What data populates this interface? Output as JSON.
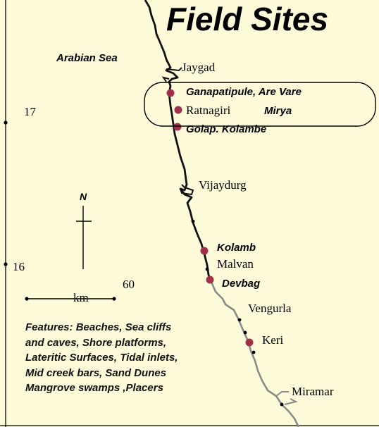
{
  "title": "Field Sites",
  "sea_label": "Arabian Sea",
  "towns": {
    "jaygad": "Jaygad",
    "ratnagiri": "Ratnagiri",
    "vijaydurg": "Vijaydurg",
    "malvan": "Malvan",
    "vengurla": "Vengurla",
    "keri": "Keri",
    "miramar": "Miramar"
  },
  "sites": {
    "ganapatipule": "Ganapatipule, Are Vare",
    "mirya": "Mirya",
    "golap": "Golap. Kolambe",
    "kolamb": "Kolamb",
    "devbag": "Devbag"
  },
  "latitudes": {
    "lat17": "17",
    "lat16": "16"
  },
  "north_arrow": {
    "label": "N",
    "icon": "north-arrow-icon"
  },
  "scale_bar": {
    "unit": "km",
    "value": "60"
  },
  "features_lines": [
    "Features: Beaches, Sea cliffs",
    "and caves, Shore platforms,",
    "Lateritic Surfaces, Tidal inlets,",
    "Mid creek bars,     Sand Dunes",
    "Mangrove swamps  ,Placers"
  ],
  "colors": {
    "background": "#fdfbd9",
    "coastline_north": "#111111",
    "coastline_south": "#8a8a8a",
    "site_marker": "#a0304a"
  }
}
